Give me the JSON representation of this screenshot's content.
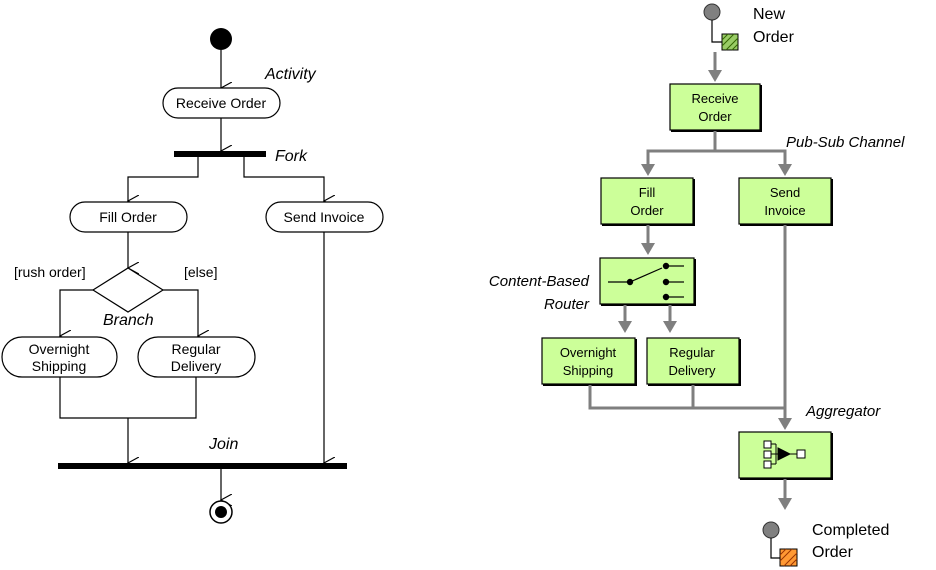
{
  "colors": {
    "box_fill": "#ccff99",
    "pipe": "#7f7f7f",
    "endpoint_dot": "#808080",
    "new_order_icon": "#99cc66",
    "completed_order_icon": "#ff9933"
  },
  "uml": {
    "activity_label": "Activity",
    "receive_order": "Receive Order",
    "fork_label": "Fork",
    "fill_order": "Fill Order",
    "send_invoice": "Send Invoice",
    "guard_rush": "[rush order]",
    "guard_else": "[else]",
    "branch_label": "Branch",
    "overnight_line1": "Overnight",
    "overnight_line2": "Shipping",
    "regular_line1": "Regular",
    "regular_line2": "Delivery",
    "join_label": "Join"
  },
  "eip": {
    "new_order_line1": "New",
    "new_order_line2": "Order",
    "receive_line1": "Receive",
    "receive_line2": "Order",
    "pubsub_label": "Pub-Sub Channel",
    "fill_line1": "Fill",
    "fill_line2": "Order",
    "send_line1": "Send",
    "send_line2": "Invoice",
    "router_line1": "Content-Based",
    "router_line2": "Router",
    "overnight_line1": "Overnight",
    "overnight_line2": "Shipping",
    "regular_line1": "Regular",
    "regular_line2": "Delivery",
    "aggregator_label": "Aggregator",
    "completed_line1": "Completed",
    "completed_line2": "Order"
  }
}
